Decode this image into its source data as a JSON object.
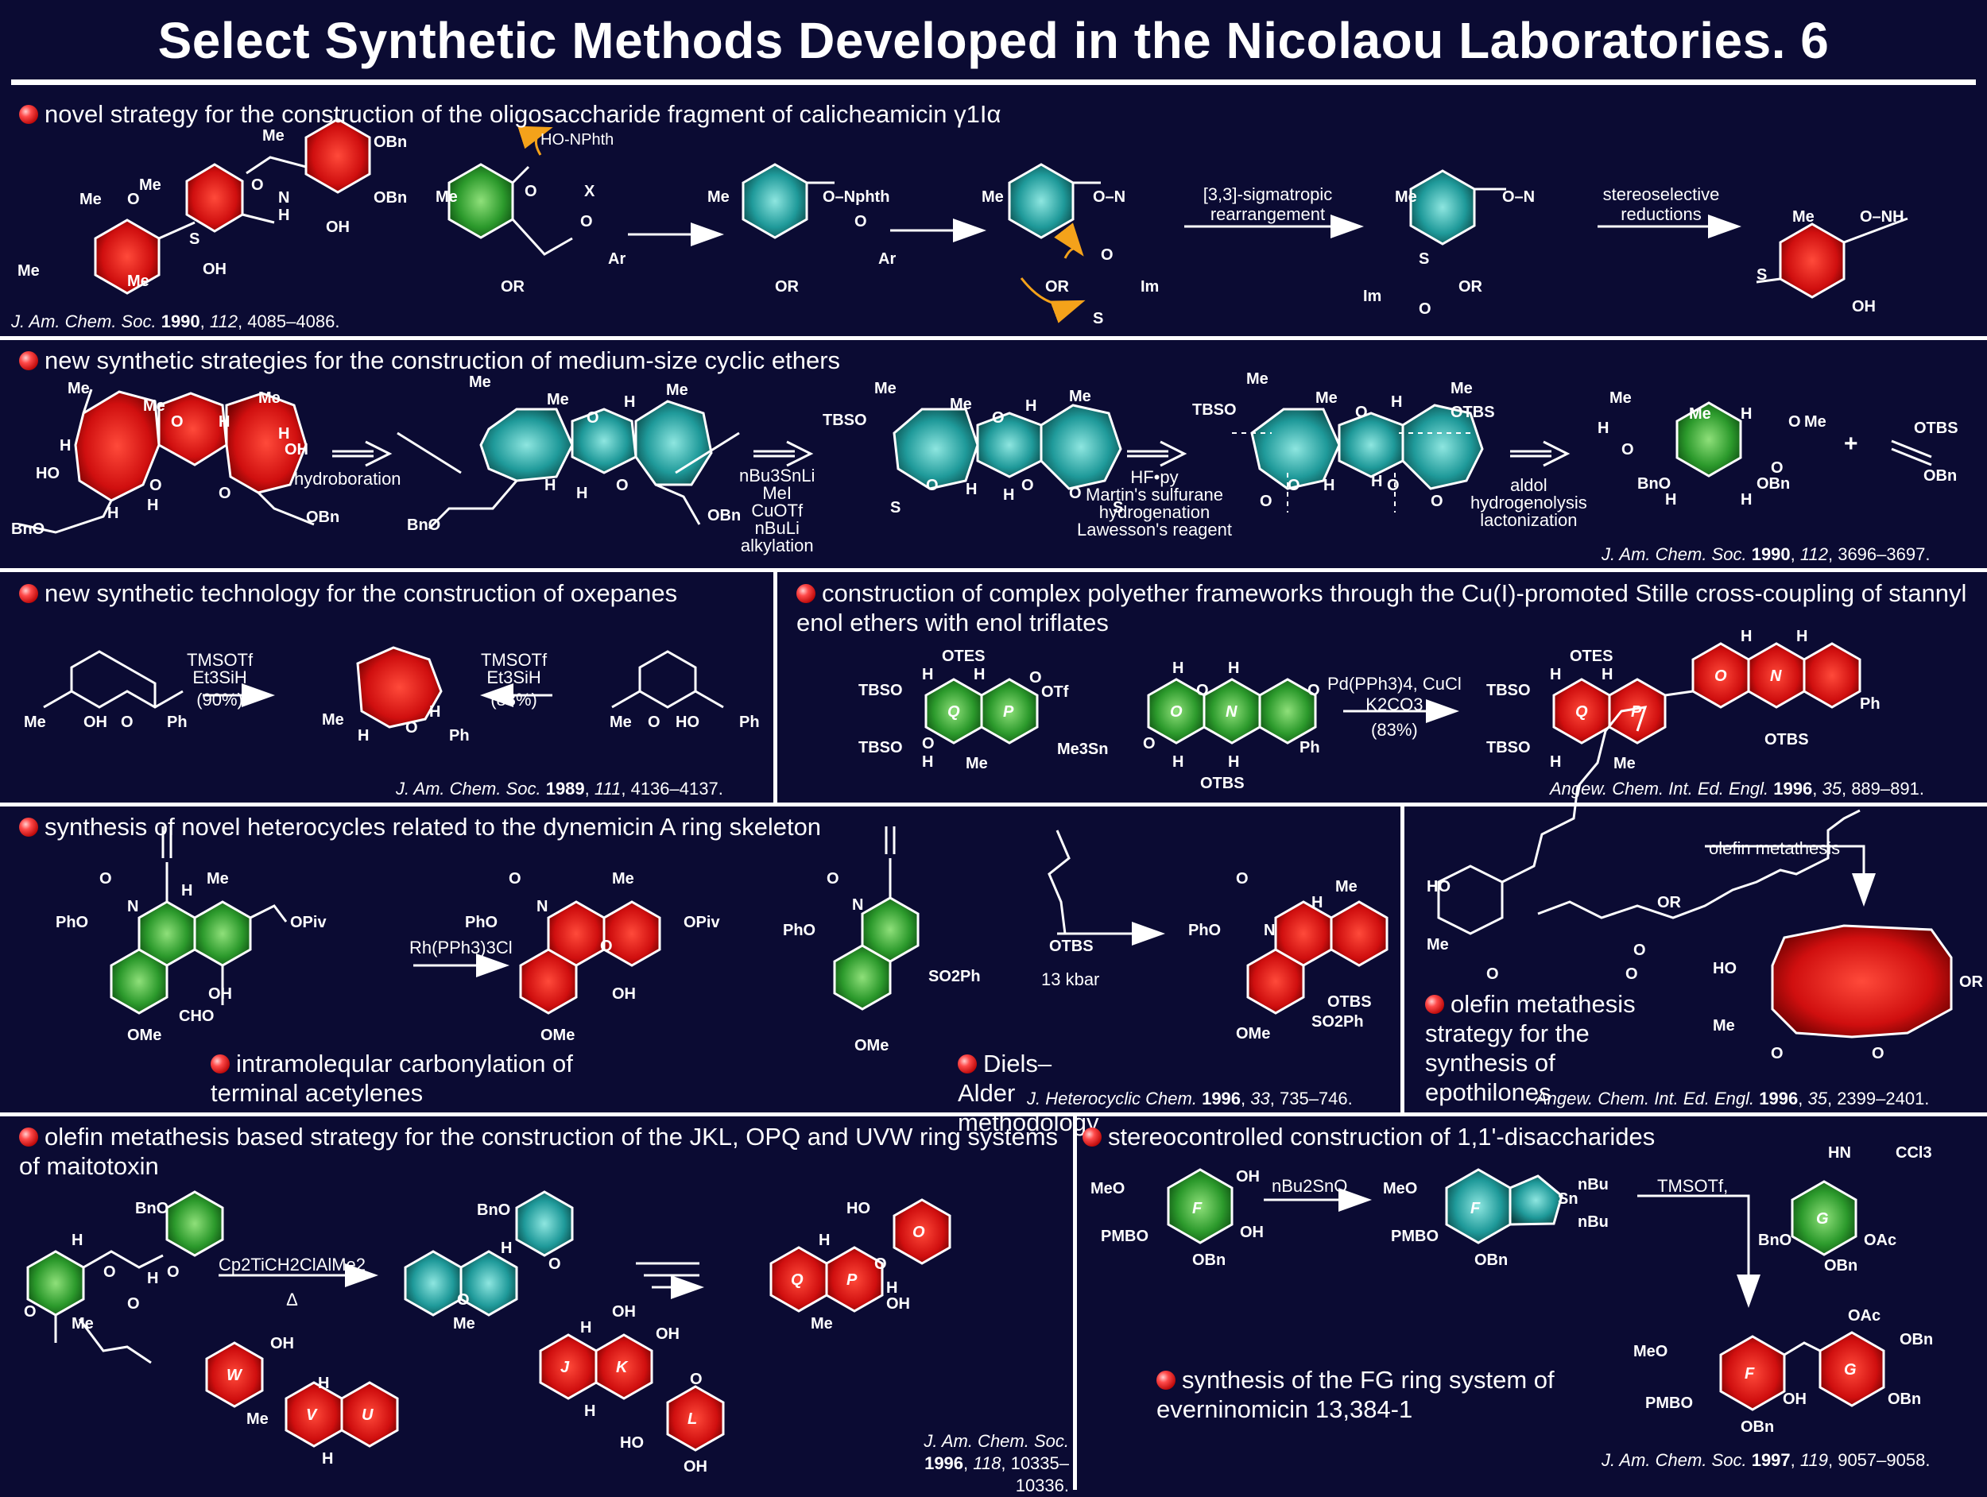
{
  "title": "Select Synthetic Methods Developed in the Nicolaou Laboratories. 6",
  "colors": {
    "background": "#0b0b33",
    "red": "#d21010",
    "green": "#2e9e2e",
    "teal": "#1f9a9a",
    "text": "#ffffff",
    "arrow_orange": "#f4a21a"
  },
  "panel1": {
    "heading": "novel strategy for the construction of the oligosaccharide fragment of calicheamicin γ1Iα",
    "labels": {
      "l1": "Me",
      "l2": "Me",
      "l3": "Me",
      "l4": "S",
      "l5": "O",
      "l6": "Me",
      "l7": "OH",
      "l8": "O",
      "l9": "N",
      "l10": "H",
      "l11": "OBn",
      "l12": "OBn",
      "l13": "OH",
      "l14": "Me",
      "l15": "HO-NPhth",
      "l16": "O",
      "l17": "X",
      "l18": "Me",
      "l19": "OR",
      "l20": "O",
      "l21": "Ar",
      "l22": "Me",
      "l23": "O–Nphth",
      "l24": "OR",
      "l25": "O",
      "l26": "Ar",
      "l27": "Me",
      "l28": "O–N",
      "l29": "OR",
      "l30": "O",
      "l31": "S",
      "l32": "Im",
      "l33": "Me",
      "l34": "O–N",
      "l35": "S",
      "l36": "Im",
      "l37": "O",
      "l38": "OR",
      "l39": "Me",
      "l40": "O–NH",
      "l41": "S",
      "l42": "OH"
    },
    "cond1": "[3,3]-sigmatropic rearrangement",
    "cond2": "stereoselective reductions",
    "reference": {
      "journal": "J. Am. Chem. Soc.",
      "year": "1990",
      "volume": "112",
      "pages": "4085–4086."
    }
  },
  "panel2": {
    "heading": "new synthetic strategies for the construction of medium-size cyclic ethers",
    "labels": {
      "a1": "Me",
      "a2": "Me",
      "a3": "O",
      "a4": "Me",
      "a5": "H",
      "a6": "H",
      "a7": "OH",
      "a8": "HO",
      "a9": "H",
      "a10": "O",
      "a11": "H",
      "a12": "O",
      "a13": "H",
      "a14": "BnO",
      "a15": "OBn",
      "b1": "Me",
      "b2": "Me",
      "b3": "O",
      "b4": "H",
      "b5": "Me",
      "b6": "H",
      "b7": "O",
      "b8": "H",
      "b9": "BnO",
      "b10": "OBn",
      "c1": "TBSO",
      "c2": "Me",
      "c3": "Me",
      "c4": "O",
      "c5": "H",
      "c6": "Me",
      "c7": "O",
      "c8": "H",
      "c9": "O",
      "c10": "H",
      "c11": "O",
      "c12": "S",
      "c13": "S",
      "d1": "TBSO",
      "d2": "Me",
      "d3": "Me",
      "d4": "O",
      "d5": "H",
      "d6": "Me",
      "d7": "OTBS",
      "d8": "O",
      "d9": "H",
      "d10": "O",
      "d11": "H",
      "d12": "O",
      "d13": "O",
      "e1": "Me",
      "e2": "H",
      "e3": "Me",
      "e4": "O",
      "e5": "H",
      "e6": "Me",
      "e7": "O",
      "e8": "O",
      "e9": "BnO",
      "e10": "H",
      "e11": "H",
      "e12": "OBn",
      "e13": "+",
      "e14": "OTBS",
      "e15": "OBn"
    },
    "cond_hydro": "hydroboration",
    "cond_a": [
      "nBu3SnLi",
      "MeI",
      "CuOTf",
      "nBuLi",
      "alkylation"
    ],
    "cond_b": [
      "HF•py",
      "Martin's sulfurane",
      "hydrogenation",
      "Lawesson's reagent"
    ],
    "cond_c": [
      "aldol",
      "hydrogenolysis",
      "lactonization"
    ],
    "reference": {
      "journal": "J. Am. Chem. Soc.",
      "year": "1990",
      "volume": "112",
      "pages": "3696–3697."
    }
  },
  "panel3": {
    "heading": "new synthetic technology for the construction of oxepanes",
    "labels": {
      "m1": "Me",
      "m2": "OH",
      "m3": "O",
      "m4": "Ph",
      "m5": "Me",
      "m6": "H",
      "m7": "O",
      "m8": "H",
      "m9": "Ph",
      "m10": "Me",
      "m11": "O",
      "m12": "HO",
      "m13": "Ph"
    },
    "cond_left": [
      "TMSOTf",
      "Et3SiH",
      "(90%)"
    ],
    "cond_right": [
      "TMSOTf",
      "Et3SiH",
      "(88%)"
    ],
    "reference": {
      "journal": "J. Am. Chem. Soc.",
      "year": "1989",
      "volume": "111",
      "pages": "4136–4137."
    }
  },
  "panel4": {
    "heading": "construction of complex polyether frameworks through the Cu(I)-promoted Stille cross-coupling of stannyl enol ethers with enol triflates",
    "labels": {
      "n1": "OTES",
      "n2": "TBSO",
      "n3": "H",
      "n4": "H",
      "n5": "O",
      "n6": "OTf",
      "n7": "TBSO",
      "n8": "O",
      "n9": "H",
      "n10": "Me",
      "n11": "Q",
      "n12": "P",
      "n13": "H",
      "n14": "H",
      "n15": "O",
      "n16": "O",
      "n17": "Me3Sn",
      "n18": "O",
      "n19": "O",
      "n20": "N",
      "n21": "H",
      "n22": "H",
      "n23": "OTBS",
      "n24": "Ph",
      "n25": "OTES",
      "n26": "TBSO",
      "n27": "H",
      "n28": "H",
      "n29": "TBSO",
      "n30": "H",
      "n31": "Me",
      "n32": "Q",
      "n33": "P",
      "n34": "O",
      "n35": "N",
      "n36": "H",
      "n37": "H",
      "n38": "OTBS",
      "n39": "Ph"
    },
    "cond": [
      "Pd(PPh3)4, CuCl",
      "K2CO3",
      "(83%)"
    ],
    "reference": {
      "journal": "Angew. Chem. Int. Ed. Engl.",
      "year": "1996",
      "volume": "35",
      "pages": "889–891."
    }
  },
  "panel5": {
    "heading": "synthesis of novel heterocycles related to the dynemicin A ring skeleton",
    "labels": {
      "p1": "O",
      "p2": "PhO",
      "p3": "N",
      "p4": "H",
      "p5": "Me",
      "p6": "OPiv",
      "p7": "OH",
      "p8": "CHO",
      "p9": "OMe",
      "p10": "O",
      "p11": "PhO",
      "p12": "N",
      "p13": "Me",
      "p14": "OPiv",
      "p15": "O",
      "p16": "OH",
      "p17": "OMe",
      "p18": "O",
      "p19": "PhO",
      "p20": "N",
      "p21": "SO2Ph",
      "p22": "OMe",
      "p23": "OTBS",
      "p24": "O",
      "p25": "PhO",
      "p26": "N",
      "p27": "H",
      "p28": "Me",
      "p29": "OTBS",
      "p30": "SO2Ph",
      "p31": "OMe"
    },
    "cond_rh": "Rh(PPh3)3Cl",
    "cond_kbar": "13 kbar",
    "sub1": "intramoleqular carbonylation of terminal acetylenes",
    "sub2": "Diels–Alder methodology",
    "reference": {
      "journal": "J. Heterocyclic Chem.",
      "year": "1996",
      "volume": "33",
      "pages": "735–746."
    }
  },
  "panel6": {
    "labels": {
      "q1": "HO",
      "q2": "OR",
      "q3": "Me",
      "q4": "O",
      "q5": "O",
      "q6": "O",
      "q7": "HO",
      "q8": "OR",
      "q9": "Me",
      "q10": "O",
      "q11": "O"
    },
    "cond": "olefin metathesis",
    "sub": "olefin metathesis strategy for the synthesis of epothilones",
    "reference": {
      "journal": "Angew. Chem. Int. Ed. Engl.",
      "year": "1996",
      "volume": "35",
      "pages": "2399–2401."
    }
  },
  "panel7": {
    "heading": "olefin metathesis based strategy for the construction of the JKL, OPQ and UVW ring systems of maitotoxin",
    "labels": {
      "r1": "BnO",
      "r2": "H",
      "r3": "O",
      "r4": "O",
      "r5": "H",
      "r6": "O",
      "r7": "Me",
      "r8": "O",
      "r9": "BnO",
      "r10": "H",
      "r11": "O",
      "r12": "O",
      "r13": "Me",
      "r14": "HO",
      "r15": "O",
      "r16": "H",
      "r17": "O",
      "r18": "H",
      "r19": "Q",
      "r20": "P",
      "r21": "OH",
      "r22": "Me",
      "r23": "OH",
      "r24": "W",
      "r25": "V",
      "r26": "U",
      "r27": "H",
      "r28": "Me",
      "r29": "H",
      "r30": "OH",
      "r31": "H",
      "r32": "J",
      "r33": "K",
      "r34": "OH",
      "r35": "H",
      "r36": "O",
      "r37": "L",
      "r38": "HO",
      "r39": "OH"
    },
    "cond": [
      "Cp2TiCH2ClAlMe2",
      "Δ"
    ],
    "reference": {
      "journal": "J. Am. Chem. Soc.",
      "year": "1996",
      "volume": "118",
      "pages": "10335–10336."
    }
  },
  "panel8": {
    "heading": "stereocontrolled construction of 1,1'-disaccharides",
    "labels": {
      "s1": "MeO",
      "s2": "OH",
      "s3": "F",
      "s4": "PMBO",
      "s5": "OH",
      "s6": "OBn",
      "s7": "MeO",
      "s8": "F",
      "s9": "Sn",
      "s10": "nBu",
      "s11": "nBu",
      "s12": "PMBO",
      "s13": "OBn",
      "s14": "HN",
      "s15": "CCl3",
      "s16": "G",
      "s17": "BnO",
      "s18": "OAc",
      "s19": "OBn",
      "s20": "OAc",
      "s21": "MeO",
      "s22": "F",
      "s23": "G",
      "s24": "OBn",
      "s25": "PMBO",
      "s26": "OH",
      "s27": "OBn",
      "s28": "OBn"
    },
    "cond_tin": "nBu2SnO",
    "cond_tms": "TMSOTf,",
    "sub": "synthesis of the FG ring system of everninomicin 13,384-1",
    "reference": {
      "journal": "J. Am. Chem. Soc.",
      "year": "1997",
      "volume": "119",
      "pages": "9057–9058."
    }
  }
}
